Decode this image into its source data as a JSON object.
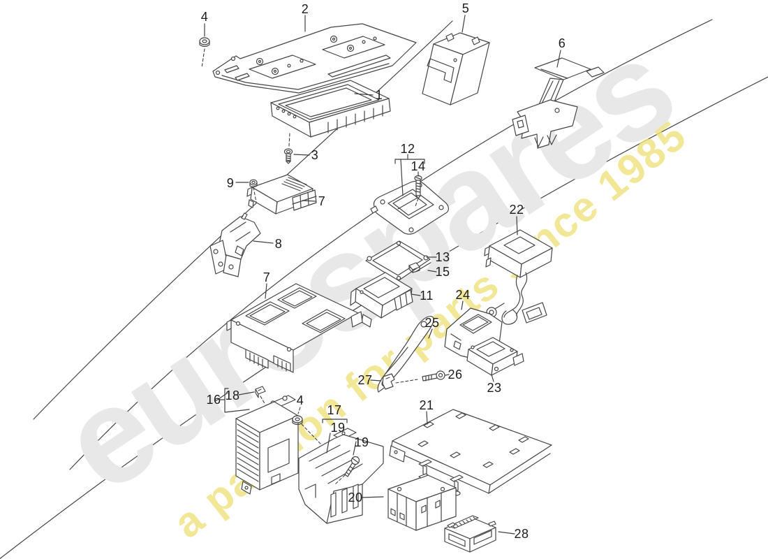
{
  "watermark": {
    "brand": "eurospares",
    "tagline": "a passion for parts since 1985",
    "brand_color": "#e8e8e8",
    "tagline_color": "#efe27c",
    "swoosh_color": "#e9e9e9"
  },
  "diagram": {
    "line_color": "#454545",
    "label_color": "#1c1c1c",
    "background": "#ffffff"
  },
  "callouts": [
    {
      "text": "1"
    },
    {
      "text": "2"
    },
    {
      "text": "3"
    },
    {
      "text": "4"
    },
    {
      "text": "4"
    },
    {
      "text": "5"
    },
    {
      "text": "6"
    },
    {
      "text": "7"
    },
    {
      "text": "7"
    },
    {
      "text": "8"
    },
    {
      "text": "9"
    },
    {
      "text": "11"
    },
    {
      "text": "12"
    },
    {
      "text": "13"
    },
    {
      "text": "14"
    },
    {
      "text": "15"
    },
    {
      "text": "16"
    },
    {
      "text": "17"
    },
    {
      "text": "18"
    },
    {
      "text": "19"
    },
    {
      "text": "19"
    },
    {
      "text": "20"
    },
    {
      "text": "21"
    },
    {
      "text": "22"
    },
    {
      "text": "23"
    },
    {
      "text": "24"
    },
    {
      "text": "25"
    },
    {
      "text": "26"
    },
    {
      "text": "27"
    },
    {
      "text": "28"
    }
  ]
}
